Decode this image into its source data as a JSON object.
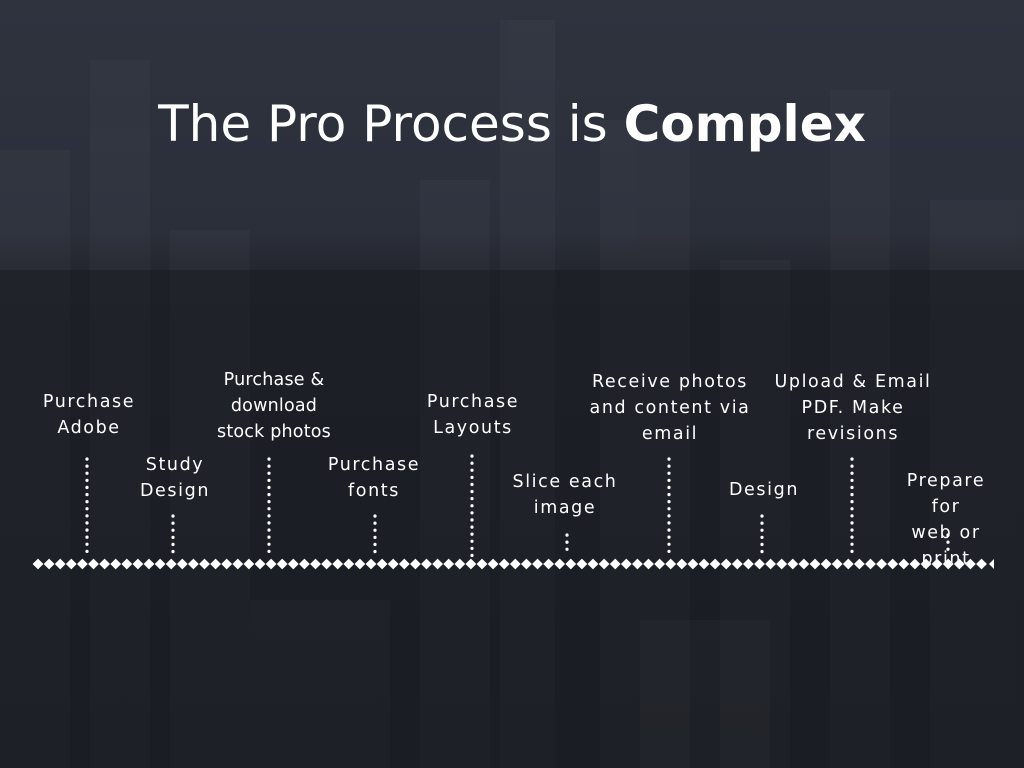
{
  "title": {
    "regular": "The Pro Process is ",
    "bold": "Complex"
  },
  "steps": [
    {
      "label": "Purchase\nAdobe"
    },
    {
      "label": "Study\nDesign"
    },
    {
      "label": "Purchase &\ndownload\nstock photos"
    },
    {
      "label": "Purchase\nfonts"
    },
    {
      "label": "Purchase\nLayouts"
    },
    {
      "label": "Slice each\nimage"
    },
    {
      "label": "Receive photos\nand content via\nemail"
    },
    {
      "label": "Design"
    },
    {
      "label": "Upload & Email\nPDF. Make\nrevisions"
    },
    {
      "label": "Prepare for\nweb or print"
    }
  ],
  "colors": {
    "text": "#ffffff",
    "background": "#262a35",
    "band": "#1c1f27"
  }
}
